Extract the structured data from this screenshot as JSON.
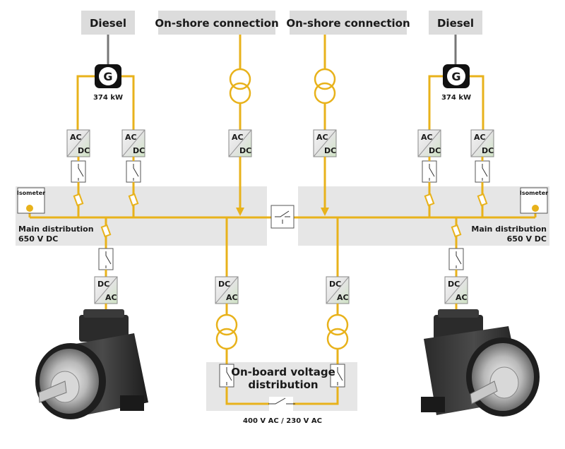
{
  "sources": {
    "diesel_left": "Diesel",
    "shore_left": "On-shore connection",
    "shore_right": "On-shore connection",
    "diesel_right": "Diesel"
  },
  "generator": {
    "symbol": "G",
    "power_left": "374 kW",
    "power_right": "374 kW"
  },
  "converter": {
    "ac": "AC",
    "dc": "DC"
  },
  "isometer": {
    "left": "Isometer",
    "right": "Isometer"
  },
  "distribution": {
    "left_title": "Main distribution",
    "left_voltage": "650 V DC",
    "right_title": "Main distribution",
    "right_voltage": "650 V DC"
  },
  "onboard": {
    "line1": "On-board voltage",
    "line2": "distribution",
    "voltage": "400 V AC / 230 V AC"
  },
  "colors": {
    "bus": "#e8b21b",
    "panel": "#e6e6e6",
    "label_box": "#dcdcdc"
  }
}
